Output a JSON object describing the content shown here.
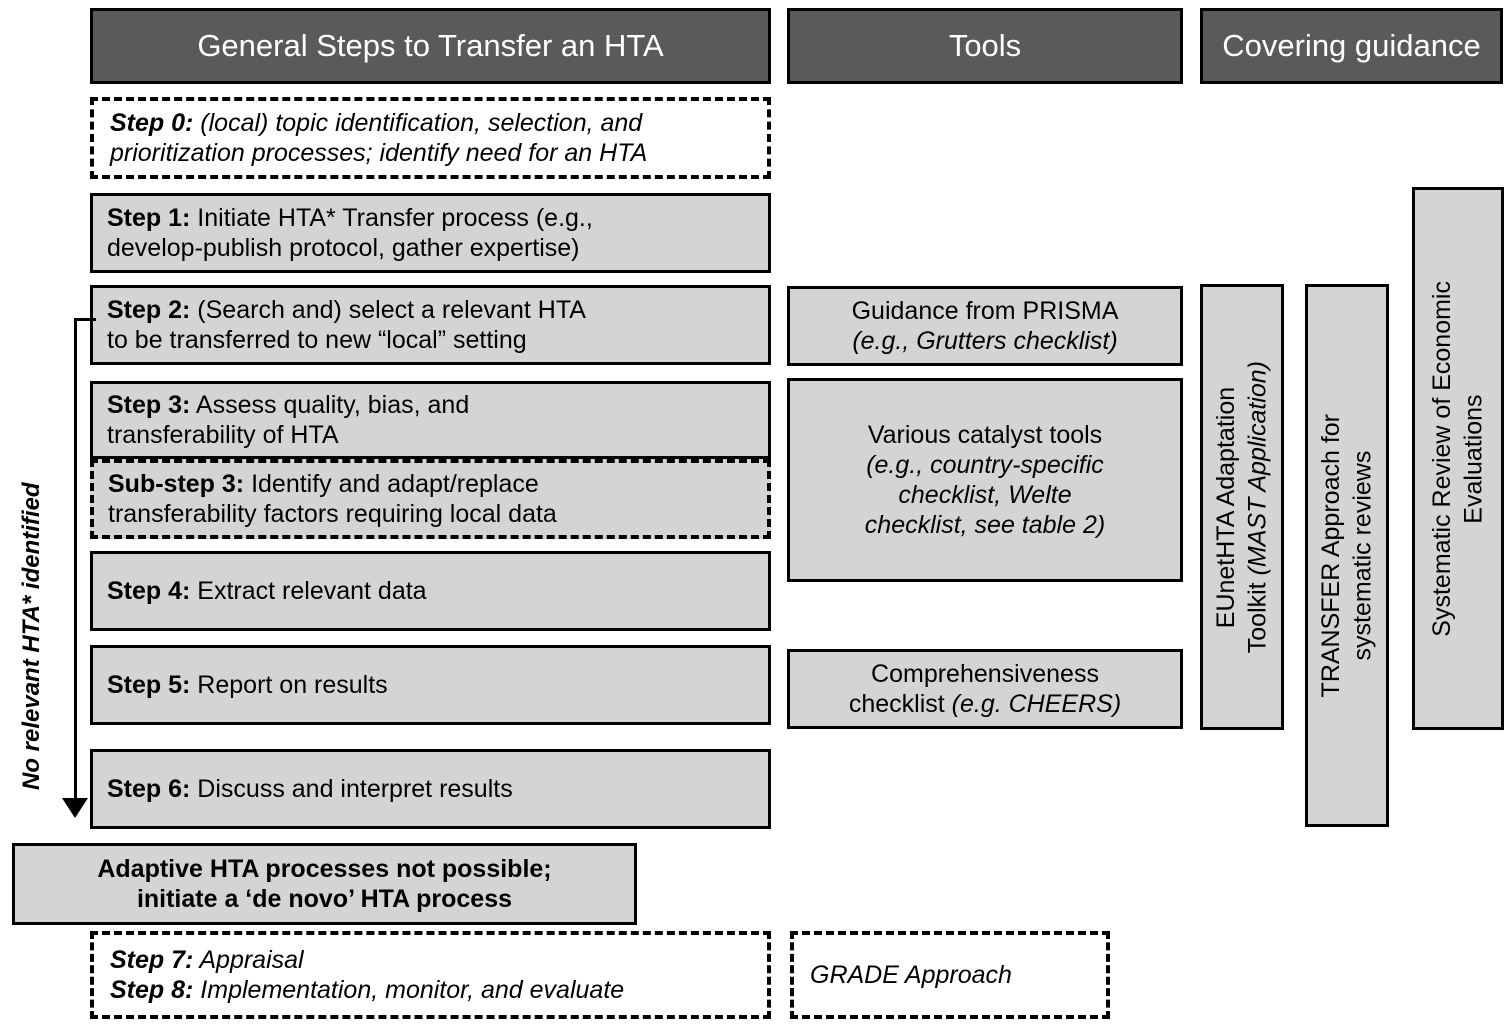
{
  "headers": [
    {
      "label": "General Steps to Transfer an HTA",
      "name": "header-general-steps"
    },
    {
      "label": "Tools",
      "name": "header-tools"
    },
    {
      "label": "Covering guidance",
      "name": "header-covering-guidance"
    }
  ],
  "steps_column": {
    "step0": {
      "label": "Step 0:",
      "text": " (local) topic identification, selection, and\nprioritization processes; identify need for an HTA"
    },
    "step1": {
      "label": "Step 1:",
      "text": " Initiate HTA* Transfer process (e.g.,\ndevelop-publish protocol, gather expertise)"
    },
    "step2": {
      "label": "Step 2:",
      "text": " (Search and) select a relevant HTA\nto be transferred to new “local” setting"
    },
    "step3": {
      "label": "Step 3:",
      "text": " Assess quality, bias, and\ntransferability of HTA"
    },
    "substep3": {
      "label": "Sub-step 3:",
      "text": " Identify and adapt/replace\ntransferability factors requiring local data"
    },
    "step4": {
      "label": "Step 4:",
      "text": " Extract relevant data"
    },
    "step5": {
      "label": "Step 5:",
      "text": " Report on results"
    },
    "step6": {
      "label": "Step 6:",
      "text": " Discuss and interpret results"
    },
    "adaptive_not_possible": {
      "text": "Adaptive HTA processes not possible;\ninitiate a ‘de novo’ HTA process"
    },
    "step7": {
      "label": "Step 7:",
      "text": " Appraisal"
    },
    "step8": {
      "label": "Step 8:",
      "text": " Implementation, monitor, and evaluate"
    }
  },
  "tools_column": {
    "prisma": {
      "line1": "Guidance from PRISMA",
      "line2": "(e.g., Grutters checklist)"
    },
    "catalyst": {
      "line1": "Various catalyst tools",
      "line2": "(e.g., country-specific\nchecklist, Welte\nchecklist, see table 2)"
    },
    "comprehensiveness": {
      "line1": "Comprehensiveness",
      "line2_plain": "checklist ",
      "line2_italic": "(e.g. CHEERS)"
    },
    "grade": {
      "label": "GRADE Approach"
    }
  },
  "guidance_column": {
    "eunethta": {
      "plain": "EUnetHTA Adaptation\nToolkit ",
      "italic": "(MAST Application)"
    },
    "transfer": {
      "text": "TRANSFER Approach for\nsystematic reviews"
    },
    "systematic_review": {
      "text": "Systematic Review of Economic\nEvaluations"
    }
  },
  "feedback_arrow": {
    "label": "No relevant HTA* identified"
  },
  "colors": {
    "header_fill": "#5a5a5a",
    "header_text": "#ffffff",
    "box_fill": "#d4d4d4",
    "border": "#000000",
    "page_background": "#ffffff"
  }
}
